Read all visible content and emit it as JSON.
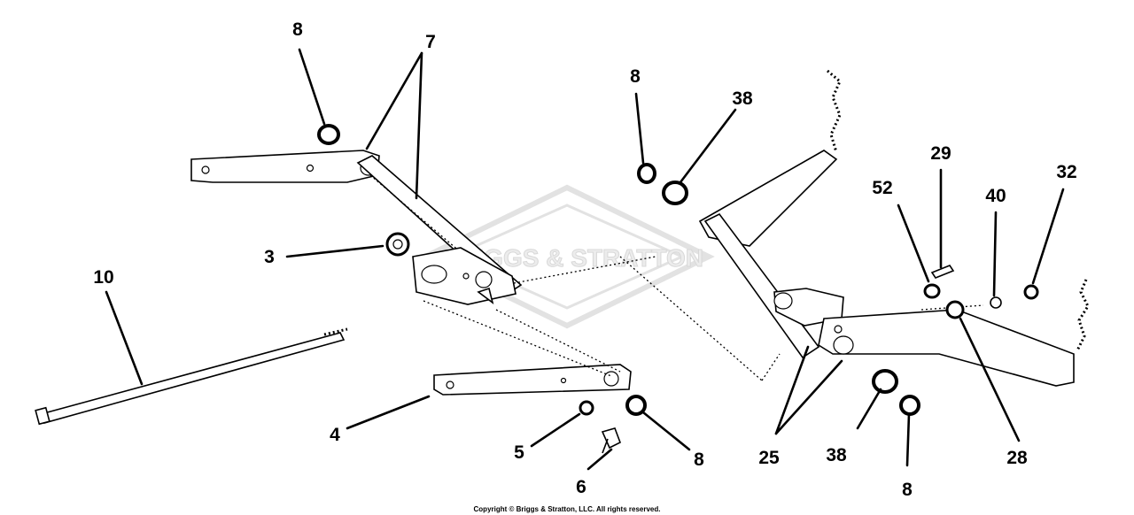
{
  "diagram": {
    "callouts": [
      {
        "id": "c8a",
        "label": "8"
      },
      {
        "id": "c7",
        "label": "7"
      },
      {
        "id": "c3",
        "label": "3"
      },
      {
        "id": "c10",
        "label": "10"
      },
      {
        "id": "c4",
        "label": "4"
      },
      {
        "id": "c5",
        "label": "5"
      },
      {
        "id": "c6",
        "label": "6"
      },
      {
        "id": "c8b",
        "label": "8"
      },
      {
        "id": "c8c",
        "label": "8"
      },
      {
        "id": "c38a",
        "label": "38"
      },
      {
        "id": "c52",
        "label": "52"
      },
      {
        "id": "c29",
        "label": "29"
      },
      {
        "id": "c40",
        "label": "40"
      },
      {
        "id": "c32",
        "label": "32"
      },
      {
        "id": "c25",
        "label": "25"
      },
      {
        "id": "c38b",
        "label": "38"
      },
      {
        "id": "c8d",
        "label": "8"
      },
      {
        "id": "c28",
        "label": "28"
      }
    ],
    "watermark": "BRIGGS & STRATTON",
    "copyright": "Copyright © Briggs & Stratton, LLC. All rights reserved."
  }
}
